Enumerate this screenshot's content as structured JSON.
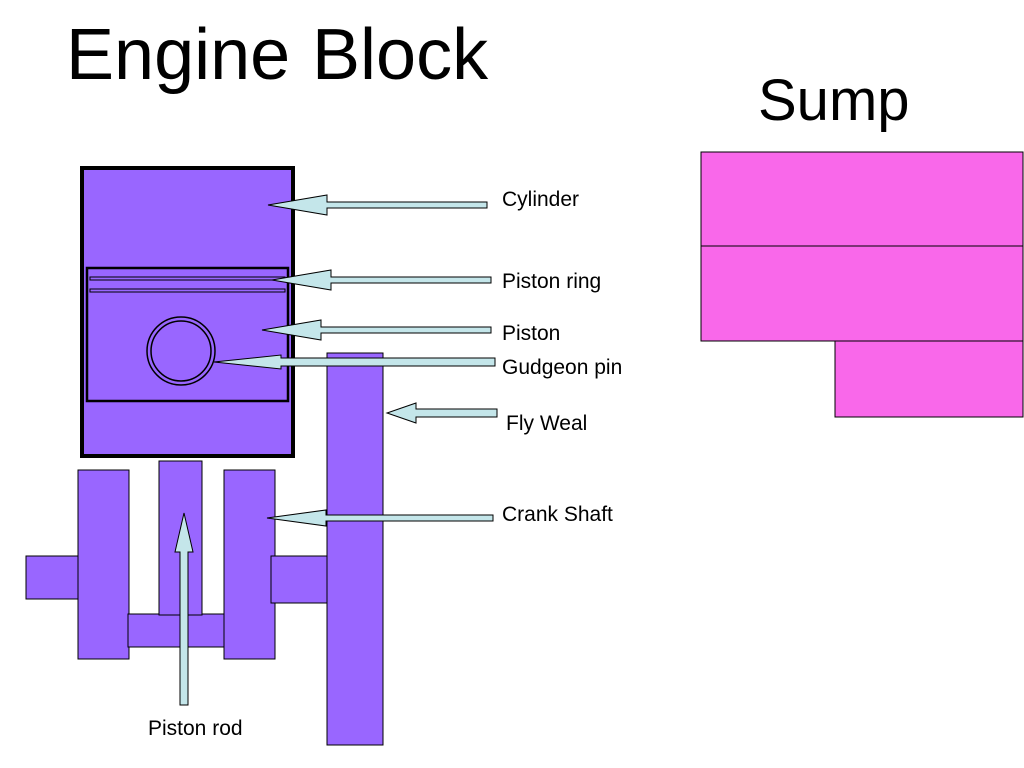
{
  "titles": {
    "engine": "Engine",
    "block": "Block",
    "sump": "Sump"
  },
  "labels": {
    "cylinder": "Cylinder",
    "piston_ring": "Piston ring",
    "piston": "Piston",
    "gudgeon_pin": "Gudgeon pin",
    "fly_weal": "Fly Weal",
    "crank_shaft": "Crank Shaft",
    "piston_rod": "Piston rod"
  },
  "colors": {
    "engine_part": "#9966ff",
    "sump": "#f968ea",
    "arrow": "#c4e6ea",
    "outline": "#000000"
  }
}
